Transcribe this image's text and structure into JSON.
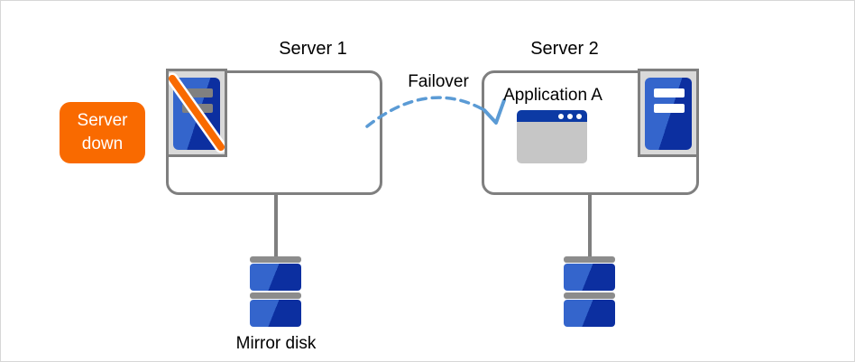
{
  "labels": {
    "server1": "Server 1",
    "server2": "Server 2",
    "failover": "Failover",
    "application": "Application A",
    "mirror_disk": "Mirror disk"
  },
  "badge": {
    "line1": "Server",
    "line2": "down"
  },
  "icons": {
    "server1_icon": "server-tower-crossed-out",
    "server2_icon": "server-tower",
    "application_icon": "application-window",
    "disk_icon": "stacked-mirror-disk"
  },
  "colors": {
    "accent_orange": "#F96A00",
    "server_blue_light": "#3465CC",
    "server_blue_dark": "#0C2FA0",
    "outline_gray": "#7F7F7F",
    "icon_frame_fill": "#D9D9D9",
    "arrow_blue": "#5B9BD5",
    "window_titlebar_blue": "#0C3AA4",
    "window_body_gray": "#C6C6C6",
    "disk_cap_gray": "#8C8C8C"
  }
}
